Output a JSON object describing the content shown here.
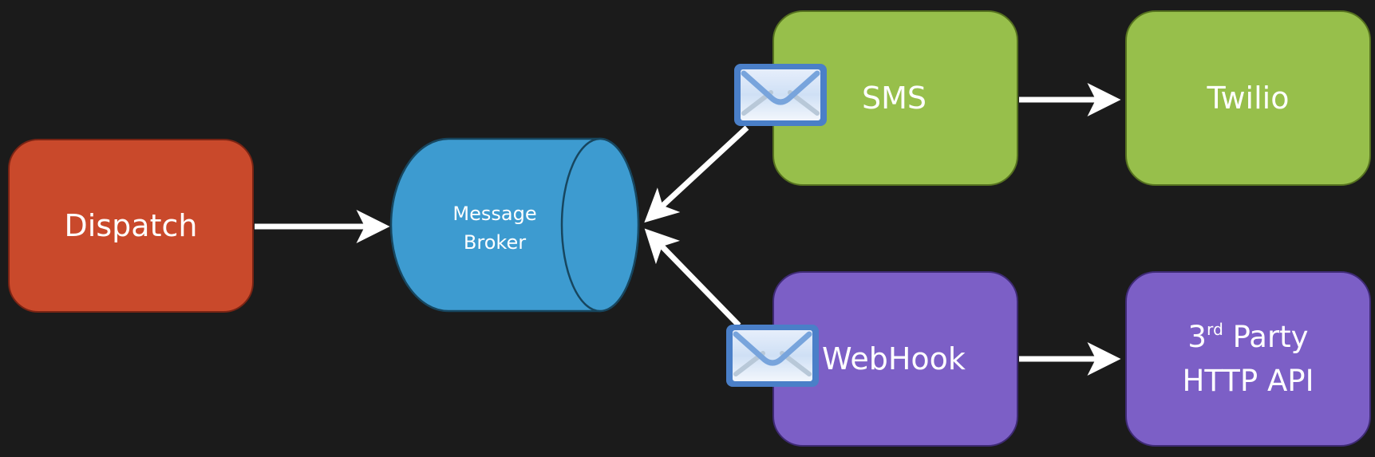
{
  "diagram": {
    "nodes": {
      "dispatch": {
        "label": "Dispatch",
        "color": "#c9492b"
      },
      "broker": {
        "line1": "Message",
        "line2": "Broker",
        "color": "#3d9bd0"
      },
      "sms": {
        "label": "SMS",
        "color": "#97bf4b"
      },
      "twilio": {
        "label": "Twilio",
        "color": "#97bf4b"
      },
      "webhook": {
        "label": "WebHook",
        "color": "#7c5fc6"
      },
      "api": {
        "line1_num": "3",
        "line1_sup": "rd",
        "line1_rest": " Party",
        "line2": "HTTP API",
        "color": "#7c5fc6"
      }
    },
    "edges": [
      {
        "from": "Dispatch",
        "to": "Message Broker"
      },
      {
        "from": "SMS",
        "to": "Message Broker"
      },
      {
        "from": "WebHook",
        "to": "Message Broker"
      },
      {
        "from": "SMS",
        "to": "Twilio"
      },
      {
        "from": "WebHook",
        "to": "3rd Party HTTP API"
      }
    ],
    "icons": [
      "envelope-icon",
      "envelope-icon"
    ]
  }
}
